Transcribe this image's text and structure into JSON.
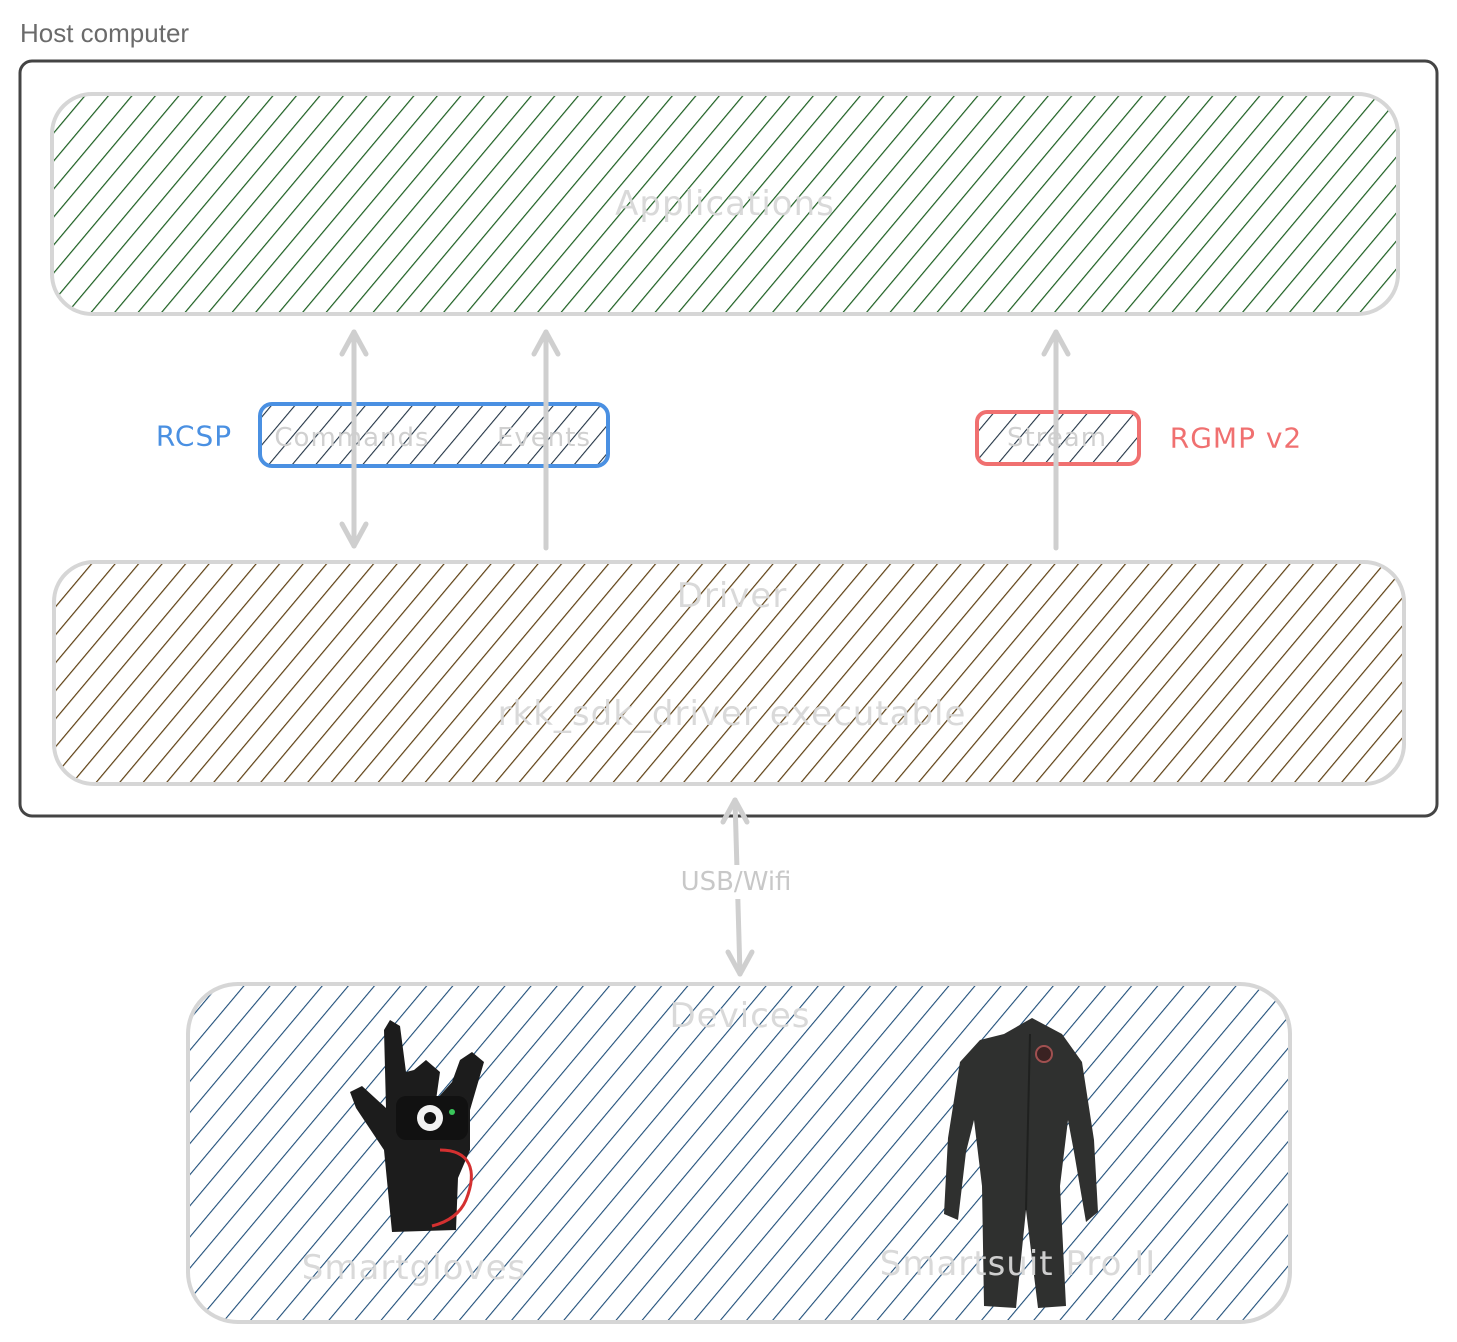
{
  "host": {
    "title": "Host computer"
  },
  "applications": {
    "label": "Applications",
    "color": "#1b5e20"
  },
  "driver": {
    "label": "Driver",
    "sublabel": "rkk_sdk_driver executable",
    "color": "#5d3f12"
  },
  "rcsp": {
    "protocol": "RCSP",
    "commands": "Commands",
    "events": "Events",
    "color": "#4a90e2"
  },
  "rgmp": {
    "protocol": "RGMP v2",
    "stream": "Stream",
    "color": "#f07070"
  },
  "link": {
    "label": "USB/Wifi"
  },
  "devices": {
    "label": "Devices",
    "color": "#1f4e79",
    "items": [
      {
        "label": "Smartgloves",
        "icon": "glove-icon"
      },
      {
        "label": "Smartsuit Pro II",
        "icon": "suit-icon"
      }
    ]
  }
}
